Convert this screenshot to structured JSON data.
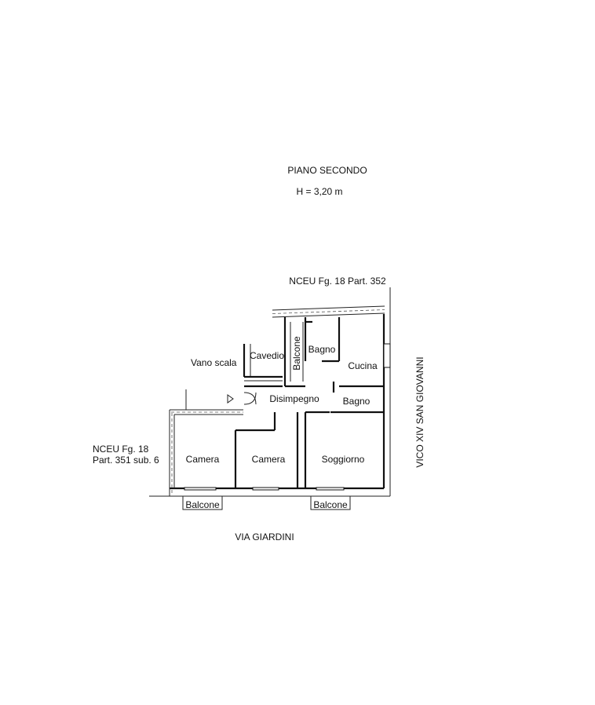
{
  "header": {
    "floor_title": "PIANO SECONDO",
    "height_note": "H = 3,20 m"
  },
  "neighbors": {
    "north": "NCEU Fg. 18 Part. 352",
    "west_line1": "NCEU Fg. 18",
    "west_line2": "Part. 351 sub. 6"
  },
  "streets": {
    "south": "VIA GIARDINI",
    "east": "VICO XIV SAN GIOVANNI"
  },
  "rooms": {
    "vano_scala": "Vano scala",
    "cavedio": "Cavedio",
    "balcone_vertical": "Balcone",
    "bagno_top": "Bagno",
    "cucina": "Cucina",
    "disimpegno": "Disimpegno",
    "bagno_right": "Bagno",
    "camera_left": "Camera",
    "camera_mid": "Camera",
    "soggiorno": "Soggiorno",
    "balcone_left": "Balcone",
    "balcone_right": "Balcone"
  }
}
